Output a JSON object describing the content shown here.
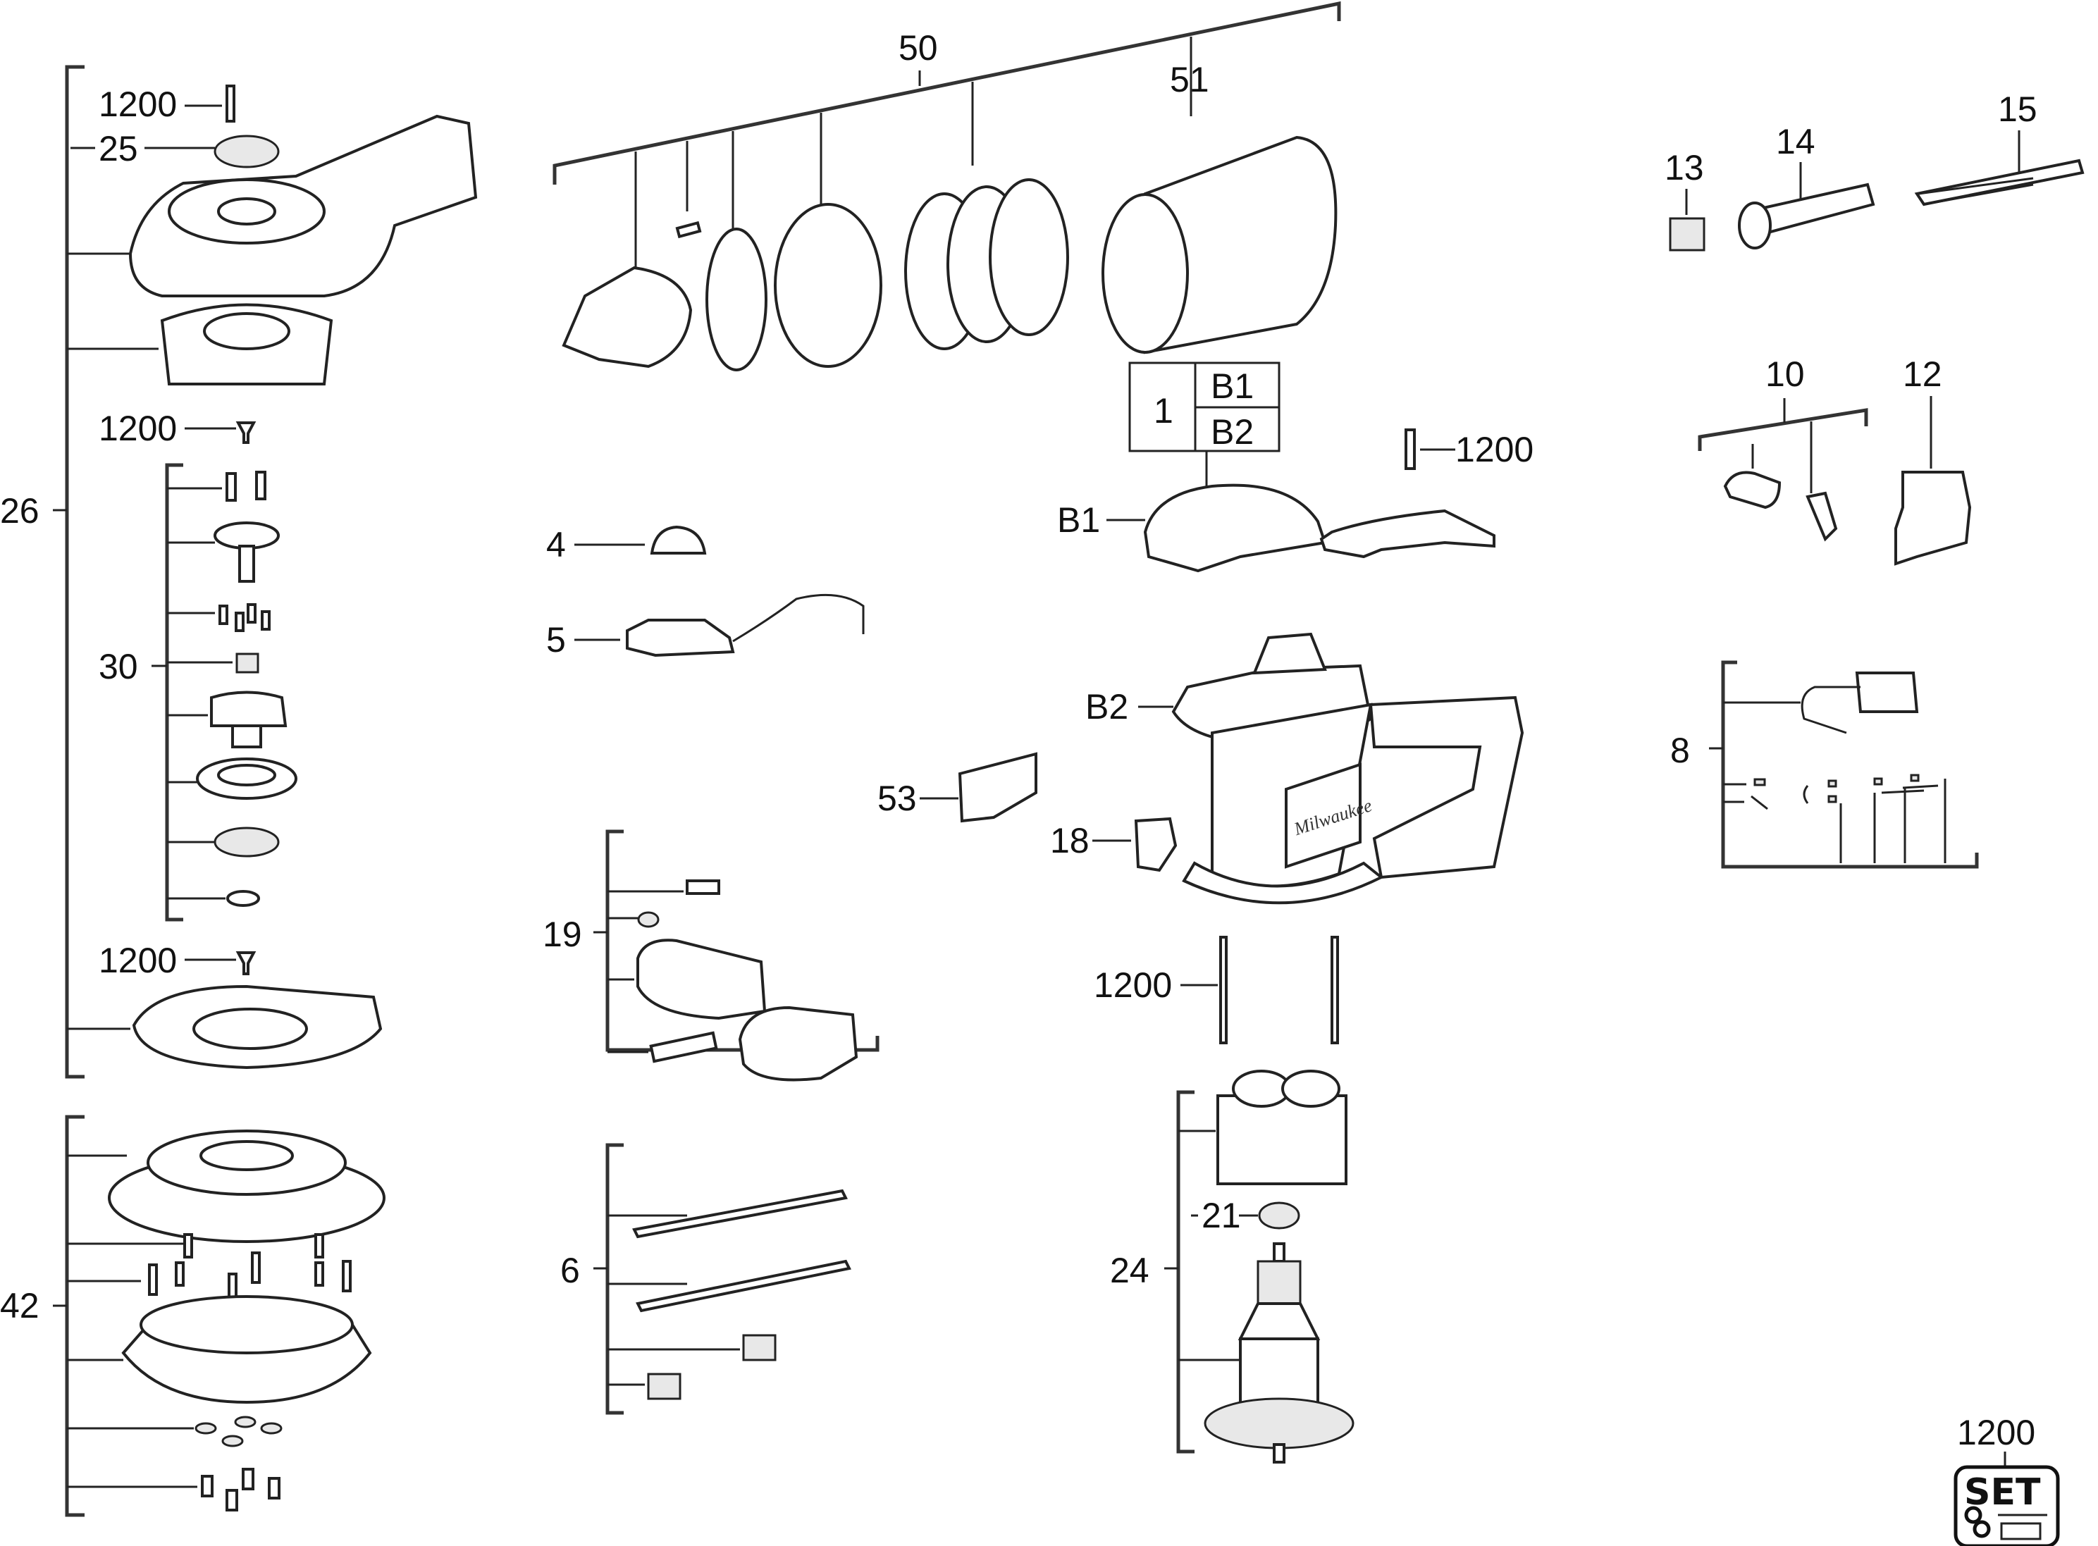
{
  "diagram": {
    "type": "exploded-parts-diagram",
    "subject": "random orbital sander",
    "callouts": {
      "c50": "50",
      "c51": "51",
      "c13": "13",
      "c14": "14",
      "c15": "15",
      "c1200_top": "1200",
      "c25": "25",
      "c26": "26",
      "c1200_a": "1200",
      "c30": "30",
      "c1200_b": "1200",
      "c42": "42",
      "c4": "4",
      "c5": "5",
      "c53": "53",
      "c19": "19",
      "c6": "6",
      "c1": "1",
      "cB1_box": "B1",
      "cB2_box": "B2",
      "c1200_c": "1200",
      "cB1": "B1",
      "cB2": "B2",
      "c18": "18",
      "c1200_d": "1200",
      "c21": "21",
      "c24": "24",
      "c10": "10",
      "c12": "12",
      "c8": "8",
      "c1200_set": "1200"
    },
    "set_badge": {
      "label": "SET"
    },
    "housing_logo": "Milwaukee"
  }
}
